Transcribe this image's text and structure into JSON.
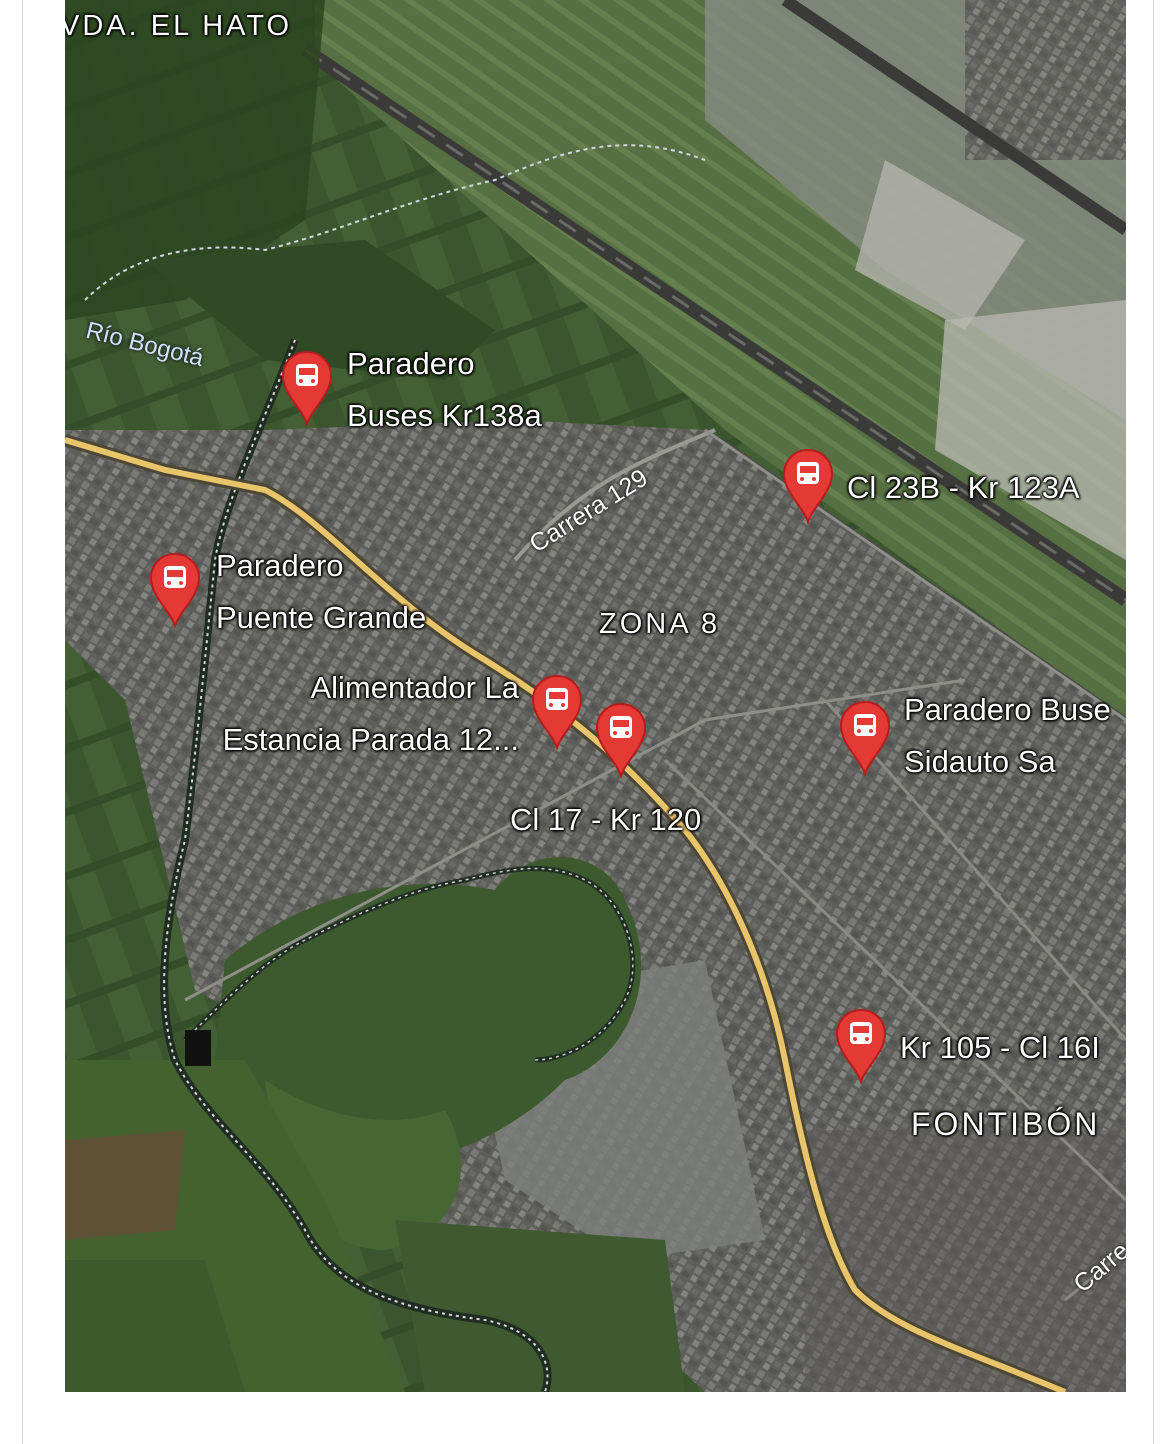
{
  "map": {
    "areas": {
      "hato": "VDA. EL HATO",
      "zona8": "ZONA 8",
      "fontibon": "FONTIBÓN"
    },
    "water": {
      "river": "Río Bogotá"
    },
    "roads": {
      "carrera129": "Carrera 129",
      "carrera_edge": "Carre"
    },
    "stops": [
      {
        "line1": "Paradero",
        "line2": "Buses Kr138a",
        "icon": "bus-stop-icon"
      },
      {
        "line1": "Cl 23B - Kr 123A",
        "icon": "bus-stop-icon"
      },
      {
        "line1": "Paradero",
        "line2": "Puente Grande",
        "icon": "bus-stop-icon"
      },
      {
        "line1": "Alimentador La",
        "line2": "Estancia Parada 12...",
        "icon": "bus-stop-icon"
      },
      {
        "line1": "Cl 17 - Kr 120",
        "icon": "bus-stop-icon"
      },
      {
        "line1": "Paradero Buse",
        "line2": "Sidauto Sa",
        "icon": "bus-stop-icon"
      },
      {
        "line1": "Kr 105 - Cl 16I",
        "icon": "bus-stop-icon"
      }
    ],
    "colors": {
      "pin": "#e53935",
      "main_road": "#e8c46a"
    }
  }
}
